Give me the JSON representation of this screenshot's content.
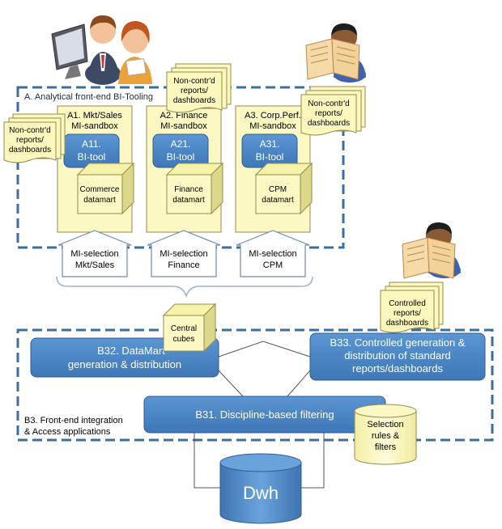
{
  "section_a": {
    "title": "A. Analytical front-end BI-Tooling"
  },
  "sandboxes": [
    {
      "title1": "A1. Mkt/Sales",
      "title2": "MI-sandbox",
      "tool1": "A11.",
      "tool2": "BI-tool",
      "cube1": "Commerce",
      "cube2": "datamart",
      "sel1": "MI-selection",
      "sel2": "Mkt/Sales"
    },
    {
      "title1": "A2. Finance",
      "title2": "MI-sandbox",
      "tool1": "A21.",
      "tool2": "BI-tool",
      "cube1": "Finance",
      "cube2": "datamart",
      "sel1": "MI-selection",
      "sel2": "Finance"
    },
    {
      "title1": "A3. Corp.Perf.",
      "title2": "MI-sandbox",
      "tool1": "A31.",
      "tool2": "BI-tool",
      "cube1": "CPM",
      "cube2": "datamart",
      "sel1": "MI-selection",
      "sel2": "CPM"
    }
  ],
  "noncontrolled_docs": [
    {
      "line1": "Non-contr'd",
      "line2": "reports/",
      "line3": "dashboards"
    },
    {
      "line1": "Non-contr'd",
      "line2": "reports/",
      "line3": "dashboards"
    },
    {
      "line1": "Non-contr'd",
      "line2": "reports/",
      "line3": "dashboards"
    }
  ],
  "controlled_doc": {
    "line1": "Controlled",
    "line2": "reports/",
    "line3": "dashboards"
  },
  "central_cubes": {
    "line1": "Central",
    "line2": "cubes"
  },
  "section_b": {
    "title1": "B3. Front-end integration",
    "title2": "& Access applications"
  },
  "b32": {
    "line1": "B32. DataMart",
    "line2": "generation & distribution"
  },
  "b33": {
    "line1": "B33. Controlled generation &",
    "line2": "distribution of standard",
    "line3": "reports/dashboards"
  },
  "b31": {
    "label": "B31. Discipline-based filtering"
  },
  "selection_rules": {
    "line1": "Selection",
    "line2": "rules &",
    "line3": "filters"
  },
  "dwh": {
    "label": "Dwh"
  },
  "colors": {
    "dash": "#3a6f9c",
    "box_blue": "#4a86c6",
    "box_blue_dark": "#3a6ea8",
    "pale_yellow": "#fbf8c4",
    "doc_yellow": "#fbf7bd",
    "cube_top": "#f6f3a8",
    "cube_side": "#ddd889",
    "arrow_stroke": "#6a8db5"
  },
  "icons": [
    "workstation-users-icon",
    "newspaper-reader-icon",
    "newspaper-reader-icon"
  ]
}
